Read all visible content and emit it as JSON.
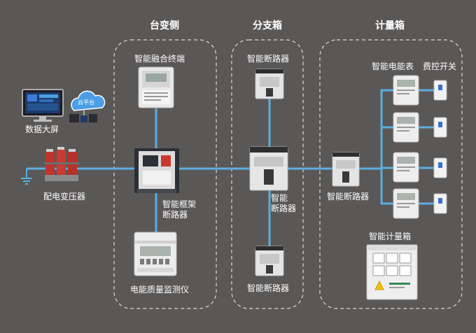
{
  "sections": {
    "platform_side": "台变侧",
    "branch_box": "分支箱",
    "metering_box": "计量箱"
  },
  "labels": {
    "data_screen": "数据大屏",
    "transformer": "配电变压器",
    "fusion_terminal": "智能融合终端",
    "frame_breaker_l1": "智能框架",
    "frame_breaker_l2": "断路器",
    "quality_monitor": "电能质量监测仪",
    "branch_top_breaker": "智能断路器",
    "branch_mid_breaker_l1": "智能",
    "branch_mid_breaker_l2": "断路器",
    "branch_bottom_breaker": "智能断路器",
    "meter_breaker": "智能断路器",
    "smart_meter": "智能电能表",
    "control_switch": "费控开关",
    "metering_cabinet": "智能计量箱"
  },
  "cloud_text": "云平台",
  "colors": {
    "background": "#5a5857",
    "line": "#5aaee0",
    "dashed_border": "#d8d8d8",
    "device": "#e8e8e8",
    "transformer": "#c0342c"
  }
}
